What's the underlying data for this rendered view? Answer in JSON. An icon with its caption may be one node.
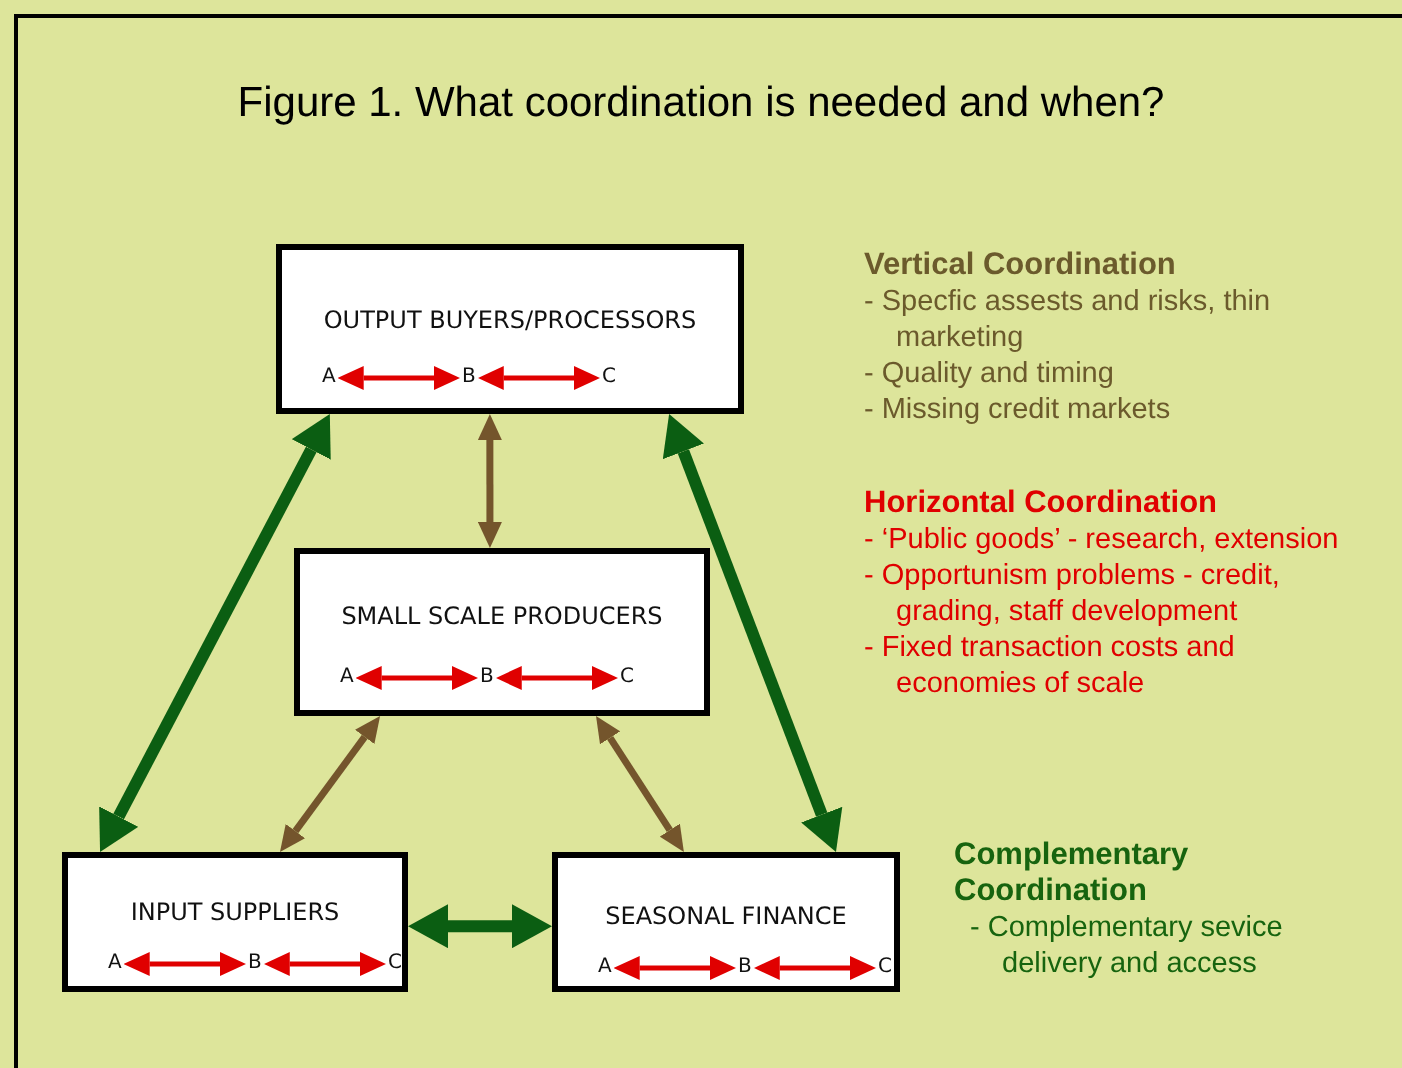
{
  "diagram": {
    "title": "Figure 1. What coordination is needed and when?",
    "nodes": [
      {
        "text": [
          "OUTPUT BUYERS/PROCESSORS"
        ]
      },
      {
        "text": [
          "A"
        ],
        "in": 0
      },
      {
        "text": [
          "B"
        ],
        "in": 0
      },
      {
        "text": [
          "C"
        ],
        "in": 0
      },
      {
        "text": [
          "SMALL SCALE PRODUCERS"
        ]
      },
      {
        "text": [
          "A"
        ],
        "in": 4
      },
      {
        "text": [
          "B"
        ],
        "in": 4
      },
      {
        "text": [
          "C"
        ],
        "in": 4
      },
      {
        "text": [
          "INPUT SUPPLIERS"
        ]
      },
      {
        "text": [
          "A"
        ],
        "in": 8
      },
      {
        "text": [
          "B"
        ],
        "in": 8
      },
      {
        "text": [
          "C"
        ],
        "in": 8
      },
      {
        "text": [
          "SEASONAL FINANCE"
        ]
      },
      {
        "text": [
          "A"
        ],
        "in": 12
      },
      {
        "text": [
          "B"
        ],
        "in": 12
      },
      {
        "text": [
          "C"
        ],
        "in": 12
      }
    ],
    "edges": [
      {
        "from": 1,
        "to": 2,
        "arrow": "both"
      },
      {
        "from": 2,
        "to": 3,
        "arrow": "both"
      },
      {
        "from": 5,
        "to": 6,
        "arrow": "both"
      },
      {
        "from": 6,
        "to": 7,
        "arrow": "both"
      },
      {
        "from": 9,
        "to": 10,
        "arrow": "both"
      },
      {
        "from": 10,
        "to": 11,
        "arrow": "both"
      },
      {
        "from": 13,
        "to": 14,
        "arrow": "both"
      },
      {
        "from": 14,
        "to": 15,
        "arrow": "both"
      },
      {
        "from": 0,
        "to": 4,
        "arrow": "both",
        "color": "#74552c"
      },
      {
        "from": 8,
        "to": 0,
        "arrow": "both",
        "style": "thick",
        "color": "#0b5e12"
      },
      {
        "from": 12,
        "to": 0,
        "arrow": "both",
        "style": "thick",
        "color": "#0b5e12"
      },
      {
        "from": 4,
        "to": 8,
        "arrow": "both",
        "color": "#74552c"
      },
      {
        "from": 4,
        "to": 12,
        "arrow": "both",
        "color": "#74552c"
      },
      {
        "from": 8,
        "to": 12,
        "arrow": "both",
        "style": "thick",
        "color": "#0b5e12"
      }
    ],
    "labels": [
      "Vertical Coordination",
      "- Specfic assests and risks, thin marketing",
      "- Quality and timing",
      "- Missing credit markets",
      "Horizontal Coordination",
      "- ‘Public goods’ - research, extension",
      "- Opportunism problems - credit, grading, staff development",
      "- Fixed transaction costs and economies of scale",
      "Complementary Coordination",
      "- Complementary sevice delivery and access"
    ]
  }
}
